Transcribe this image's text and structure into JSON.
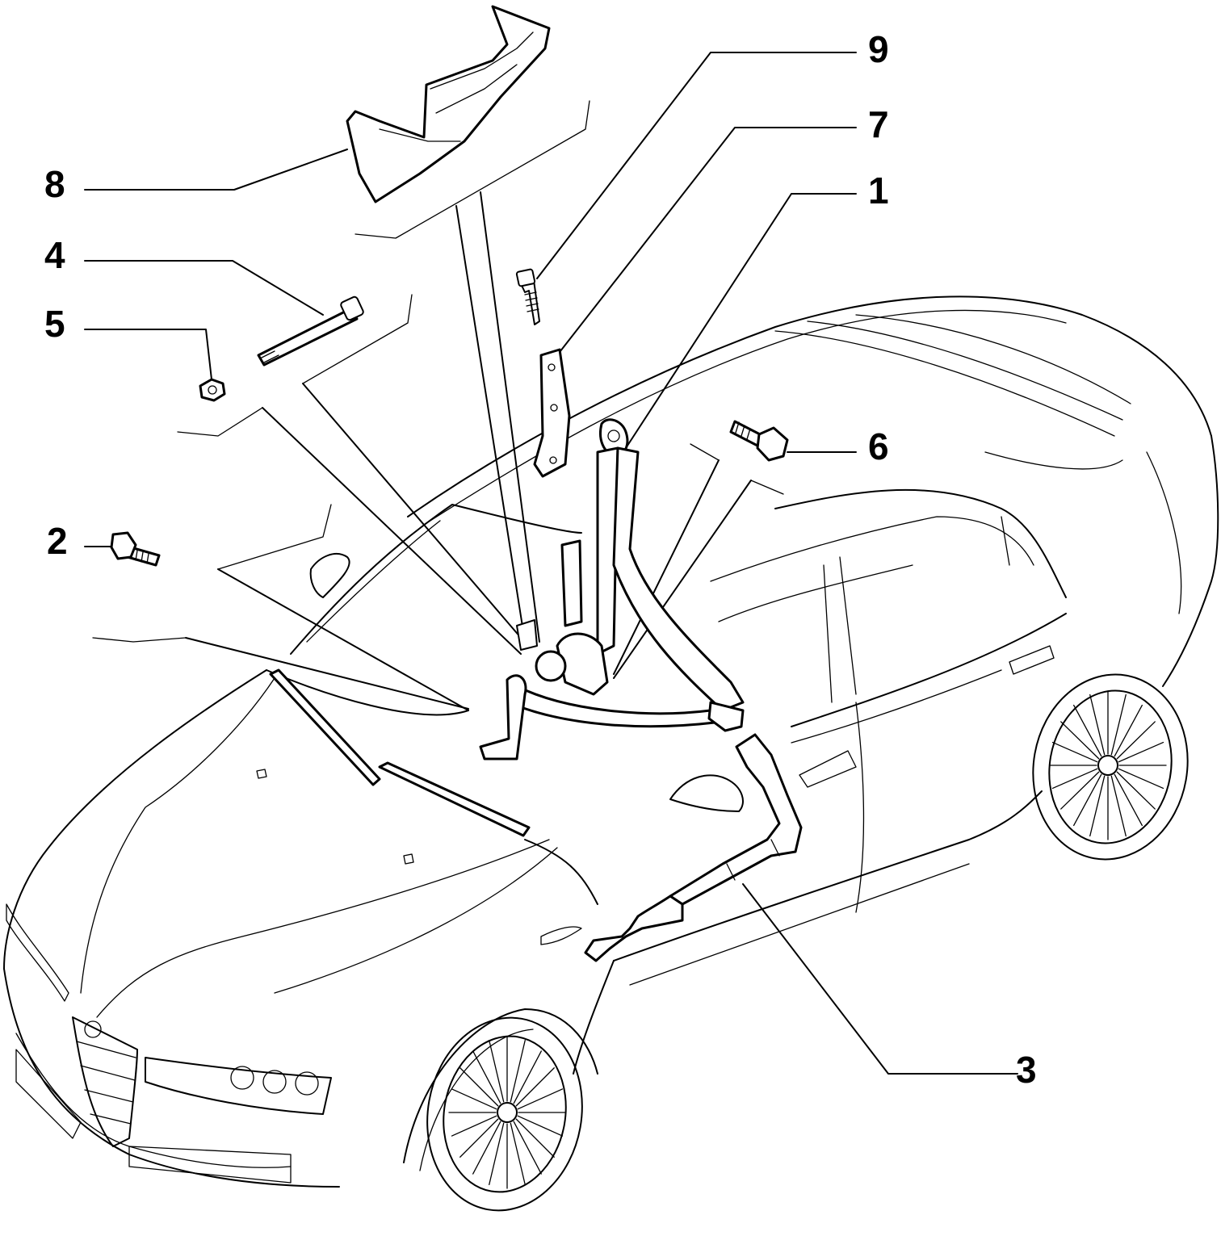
{
  "figure": {
    "subject": "exploded parts diagram: front seat belt assembly on sedan",
    "callouts": [
      {
        "id": "c9",
        "label": "9"
      },
      {
        "id": "c7",
        "label": "7"
      },
      {
        "id": "c1",
        "label": "1"
      },
      {
        "id": "c8",
        "label": "8"
      },
      {
        "id": "c4",
        "label": "4"
      },
      {
        "id": "c5",
        "label": "5"
      },
      {
        "id": "c6",
        "label": "6"
      },
      {
        "id": "c2",
        "label": "2"
      },
      {
        "id": "c3",
        "label": "3"
      }
    ]
  }
}
